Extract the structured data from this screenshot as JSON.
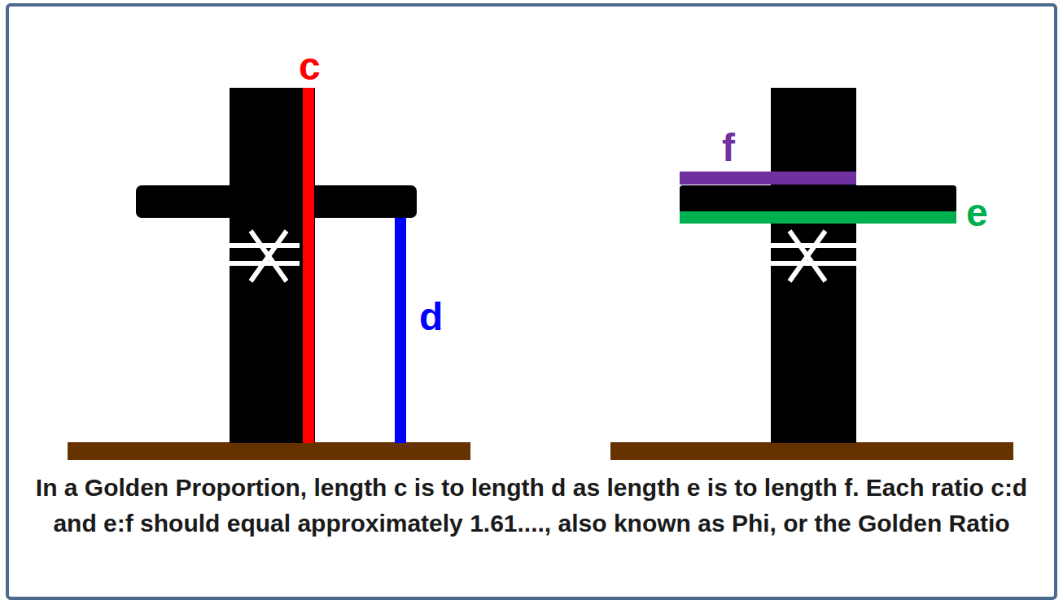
{
  "diagram": {
    "caption": "In a Golden Proportion, length c is to length d as length e is to length f. Each ratio c:d and e:f should equal approximately 1.61...., also known as Phi, or the Golden Ratio",
    "labels": [
      "c",
      "d",
      "f",
      "e"
    ]
  }
}
